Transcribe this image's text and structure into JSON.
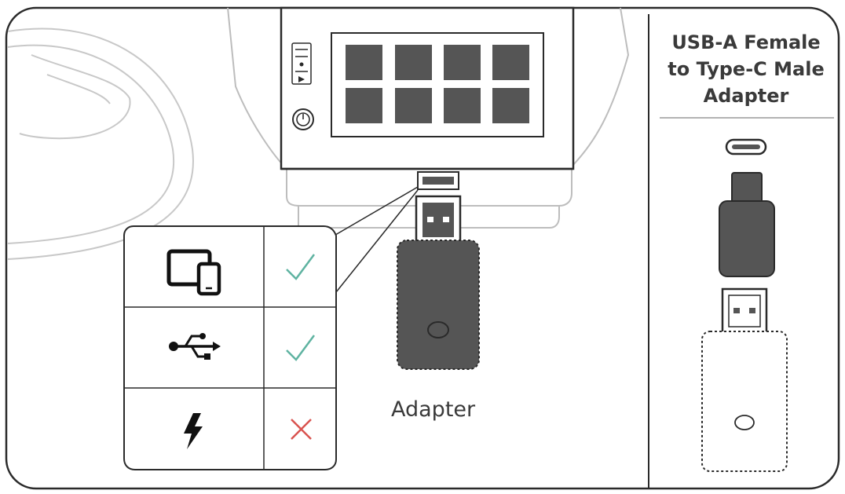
{
  "labels": {
    "adapter_caption": "Adapter",
    "right_panel_title_line1": "USB-A Female",
    "right_panel_title_line2": "to Type-C  Male",
    "right_panel_title_line3": "Adapter"
  },
  "compatibility_table": {
    "rows": [
      {
        "icon": "phone-tablet-icon",
        "supported": true
      },
      {
        "icon": "usb-icon",
        "supported": true
      },
      {
        "icon": "lightning-charge-icon",
        "supported": false
      }
    ]
  },
  "colors": {
    "check": "#5fb3a1",
    "cross": "#d9534f",
    "line": "#2a2a2a",
    "dark_fill": "#555555"
  }
}
